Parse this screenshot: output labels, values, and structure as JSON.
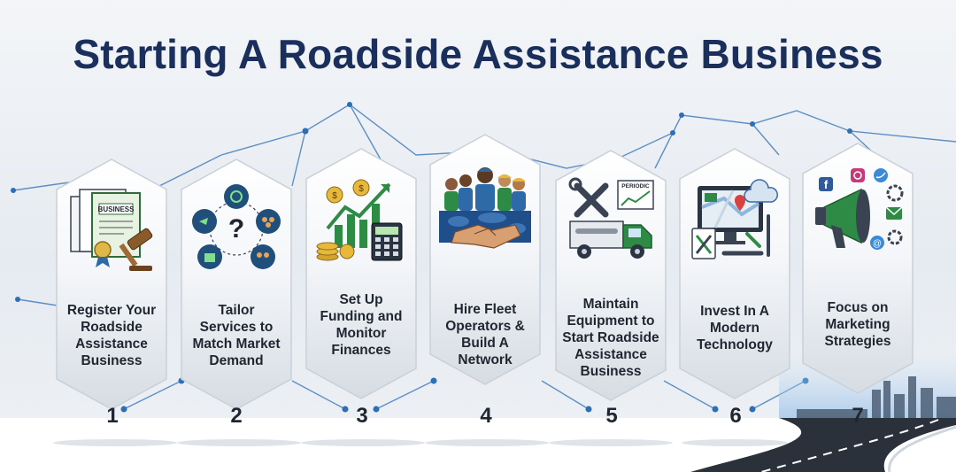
{
  "title": "Starting A Roadside Assistance Business",
  "steps": [
    {
      "number": "1",
      "lines": [
        "Register Your",
        "Roadside",
        "Assistance",
        "Business"
      ],
      "icon": "business-document-gavel-icon",
      "doc_label": "BUSINESS"
    },
    {
      "number": "2",
      "lines": [
        "Tailor",
        "Services to",
        "Match Market",
        "Demand"
      ],
      "icon": "market-demand-question-icon"
    },
    {
      "number": "3",
      "lines": [
        "Set Up",
        "Funding and",
        "Monitor",
        "Finances"
      ],
      "icon": "finance-chart-calculator-icon"
    },
    {
      "number": "4",
      "lines": [
        "Hire Fleet",
        "Operators &",
        "Build A",
        "Network"
      ],
      "icon": "team-handshake-icon"
    },
    {
      "number": "5",
      "lines": [
        "Maintain",
        "Equipment to",
        "Start Roadside",
        "Assistance",
        "Business"
      ],
      "icon": "tools-truck-icon",
      "badge_label": "PERIODIC"
    },
    {
      "number": "6",
      "lines": [
        "Invest In A",
        "Modern",
        "Technology"
      ],
      "icon": "computer-map-cloud-icon"
    },
    {
      "number": "7",
      "lines": [
        "Focus on",
        "Marketing",
        "Strategies"
      ],
      "icon": "megaphone-social-icon"
    }
  ],
  "colors": {
    "title": "#1b2f5c",
    "network": "#2d6fb5",
    "card_top": "#ffffff",
    "card_bottom": "#dde2e8",
    "text": "#1f2630"
  }
}
